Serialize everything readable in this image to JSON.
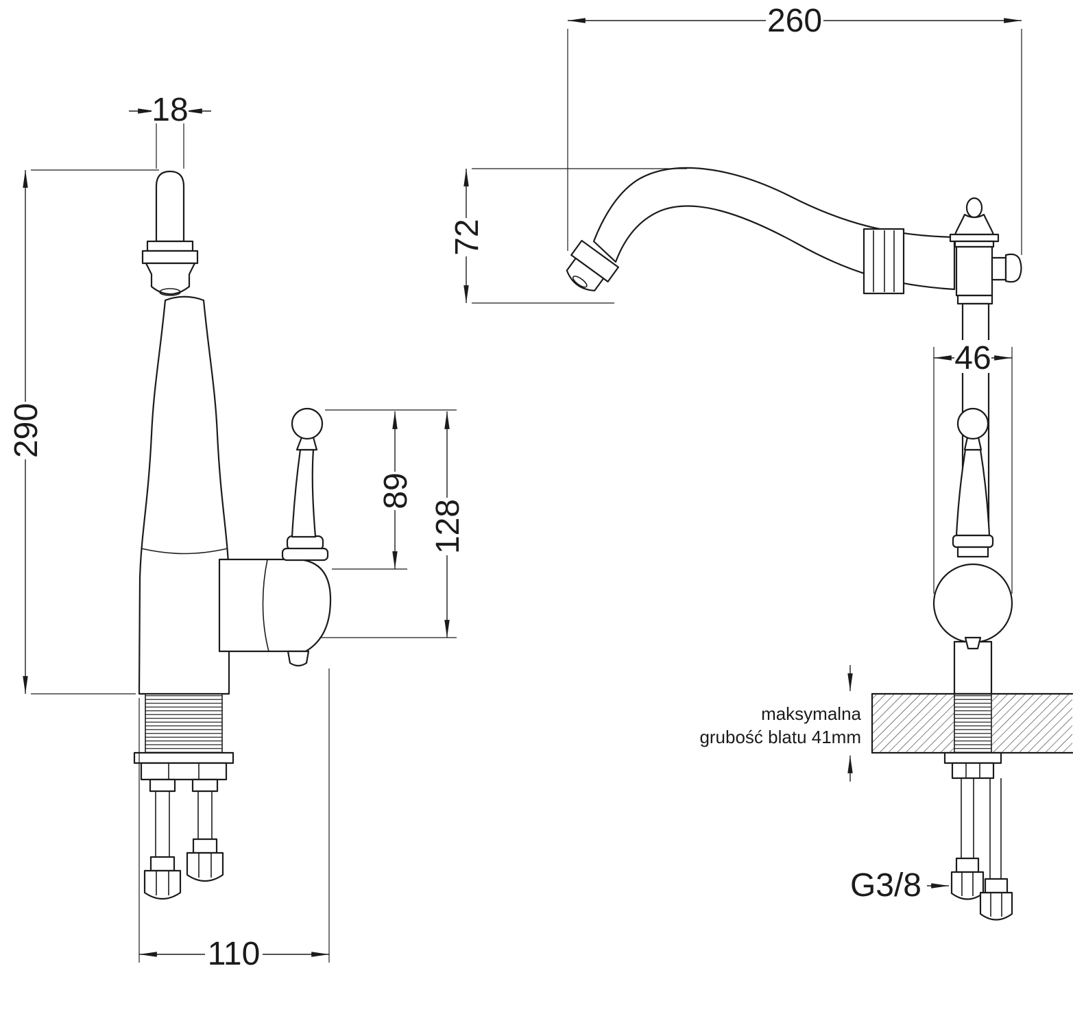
{
  "drawing": {
    "colors": {
      "line": "#1b1b1b",
      "background": "#ffffff"
    },
    "dimensions": {
      "spout_tube_width": "18",
      "total_height": "290",
      "handle_height": "89",
      "handle_overall_height": "128",
      "base_depth": "110",
      "spout_reach": "260",
      "spout_drop": "72",
      "body_width": "46"
    },
    "labels": {
      "thread": "G3/8",
      "note_line1": "maksymalna",
      "note_line2": "grubość blatu 41mm"
    }
  }
}
